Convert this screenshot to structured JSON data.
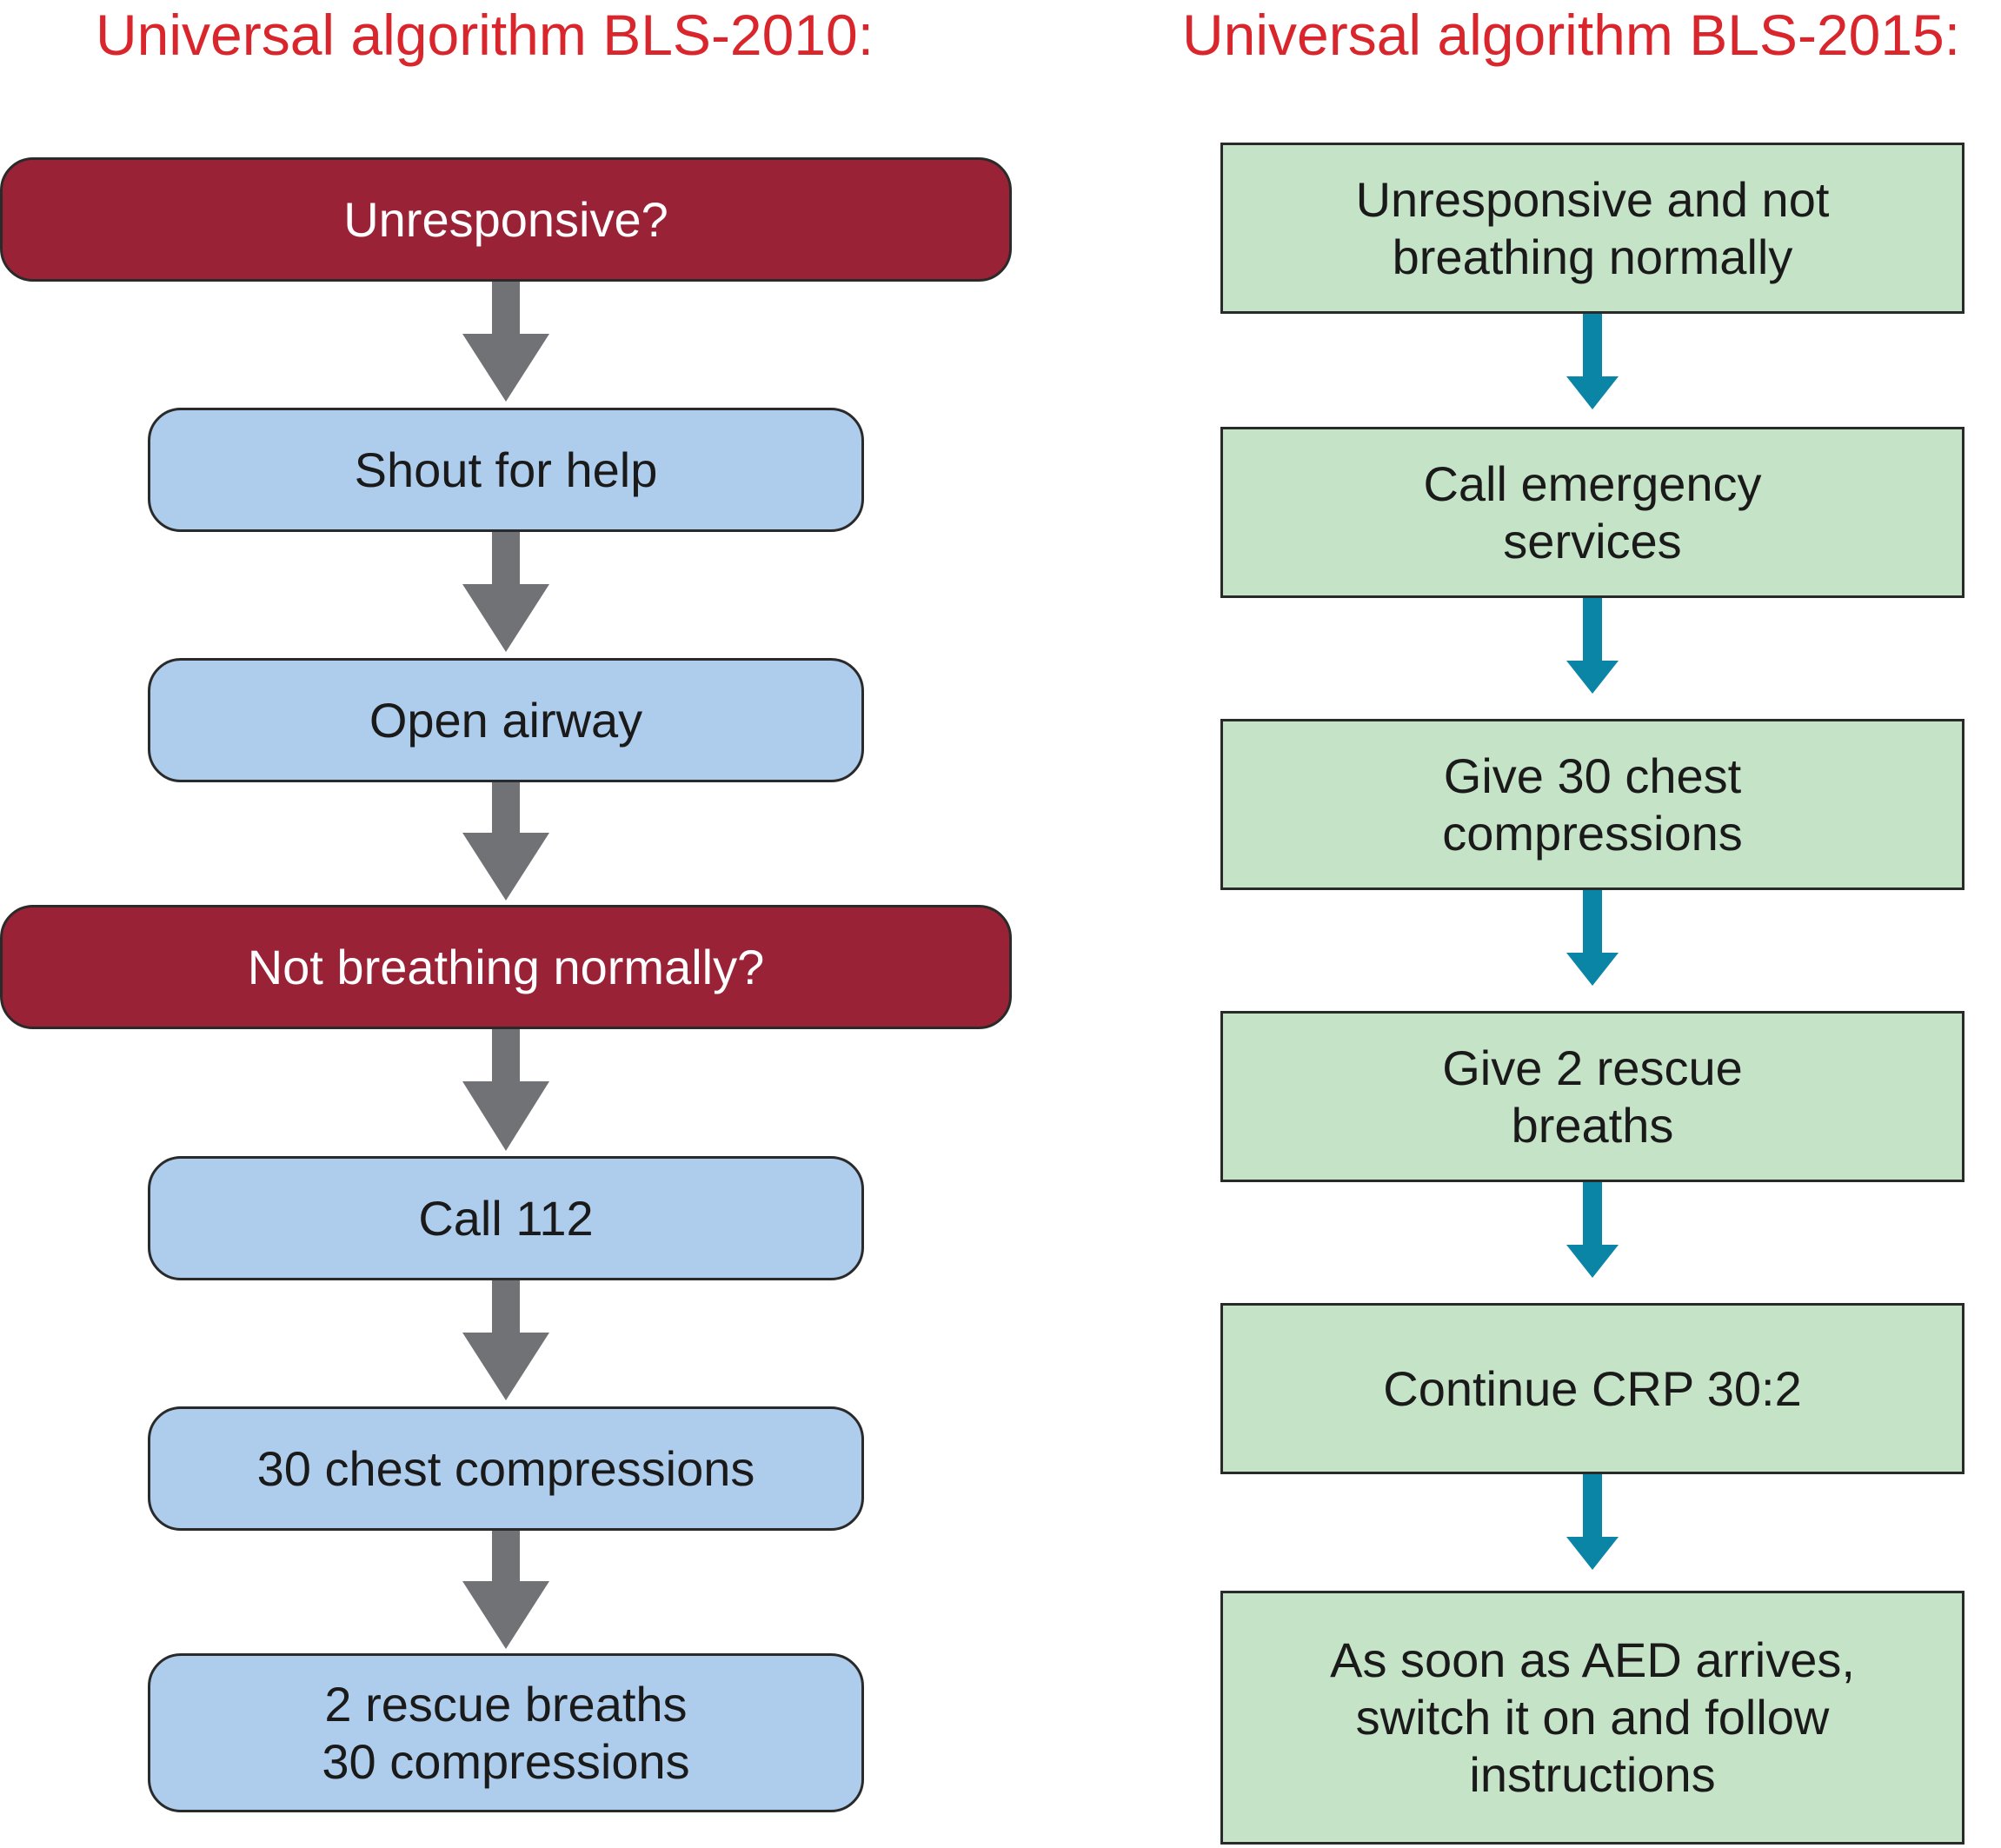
{
  "left_column": {
    "title": "Universal algorithm BLS-2010:",
    "steps": [
      "Unresponsive?",
      "Shout for help",
      "Open airway",
      "Not breathing normally?",
      "Call 112",
      "30 chest compressions",
      "2 rescue breaths\n30 compressions"
    ],
    "colors": {
      "decision_fill": "#9a2236",
      "action_fill": "#aecdec",
      "arrow": "#707275"
    }
  },
  "right_column": {
    "title": "Universal algorithm BLS-2015:",
    "steps": [
      "Unresponsive and not\nbreathing normally",
      "Call emergency\nservices",
      "Give 30 chest\ncompressions",
      "Give 2 rescue\nbreaths",
      "Continue CRP 30:2",
      "As soon as AED arrives,\nswitch it on and follow\ninstructions"
    ],
    "colors": {
      "step_fill": "#c5e3c7",
      "arrow": "#0a85a6"
    }
  },
  "title_color": "#d9262d"
}
